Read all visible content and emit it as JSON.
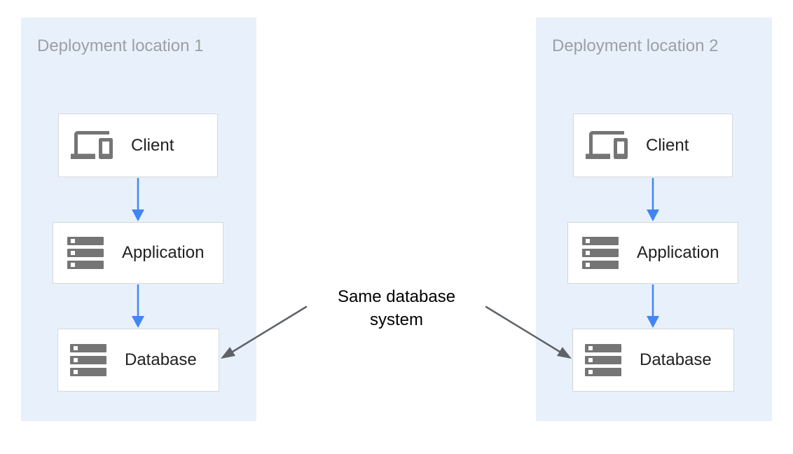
{
  "panels": [
    {
      "title": "Deployment location 1",
      "nodes": [
        {
          "label": "Client",
          "icon": "devices-icon"
        },
        {
          "label": "Application",
          "icon": "storage-icon"
        },
        {
          "label": "Database",
          "icon": "storage-icon"
        }
      ]
    },
    {
      "title": "Deployment location 2",
      "nodes": [
        {
          "label": "Client",
          "icon": "devices-icon"
        },
        {
          "label": "Application",
          "icon": "storage-icon"
        },
        {
          "label": "Database",
          "icon": "storage-icon"
        }
      ]
    }
  ],
  "annotation": {
    "lines": [
      "Same database",
      "system"
    ]
  },
  "connections": {
    "within_panels": "Client → Application → Database (blue arrows)",
    "annotation_targets": "Same database system → Database in each deployment location (dark arrows)"
  },
  "colors": {
    "panel_bg": "#e8f1fb",
    "panel_title": "#9aa0a6",
    "box_bg": "#ffffff",
    "box_border": "#d5d7d9",
    "icon_gray": "#757575",
    "node_label": "#212121",
    "arrow_blue": "#4285f4",
    "arrow_dark": "#5f6368",
    "annotation_text": "#000000"
  }
}
